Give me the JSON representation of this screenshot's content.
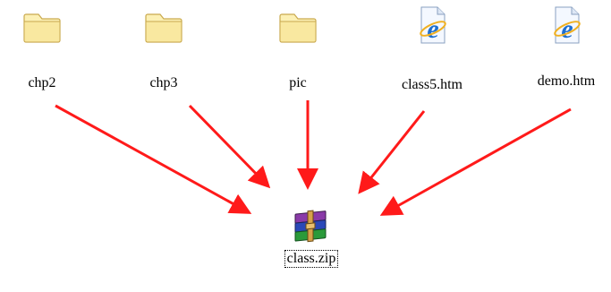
{
  "files": [
    {
      "name": "chp2",
      "type": "folder",
      "icon": "folder-icon"
    },
    {
      "name": "chp3",
      "type": "folder",
      "icon": "folder-icon"
    },
    {
      "name": "pic",
      "type": "folder",
      "icon": "folder-icon"
    },
    {
      "name": "class5.htm",
      "type": "html",
      "icon": "ie-document-icon"
    },
    {
      "name": "demo.htm",
      "type": "html",
      "icon": "ie-document-icon"
    }
  ],
  "archive": {
    "name": "class.zip",
    "type": "zip",
    "icon": "winrar-archive-icon",
    "selected": true
  },
  "colors": {
    "arrow": "#ff1a1a",
    "folder_light": "#fcf0b4",
    "folder_dark": "#d9c074",
    "ie_blue": "#1e6fd0"
  }
}
